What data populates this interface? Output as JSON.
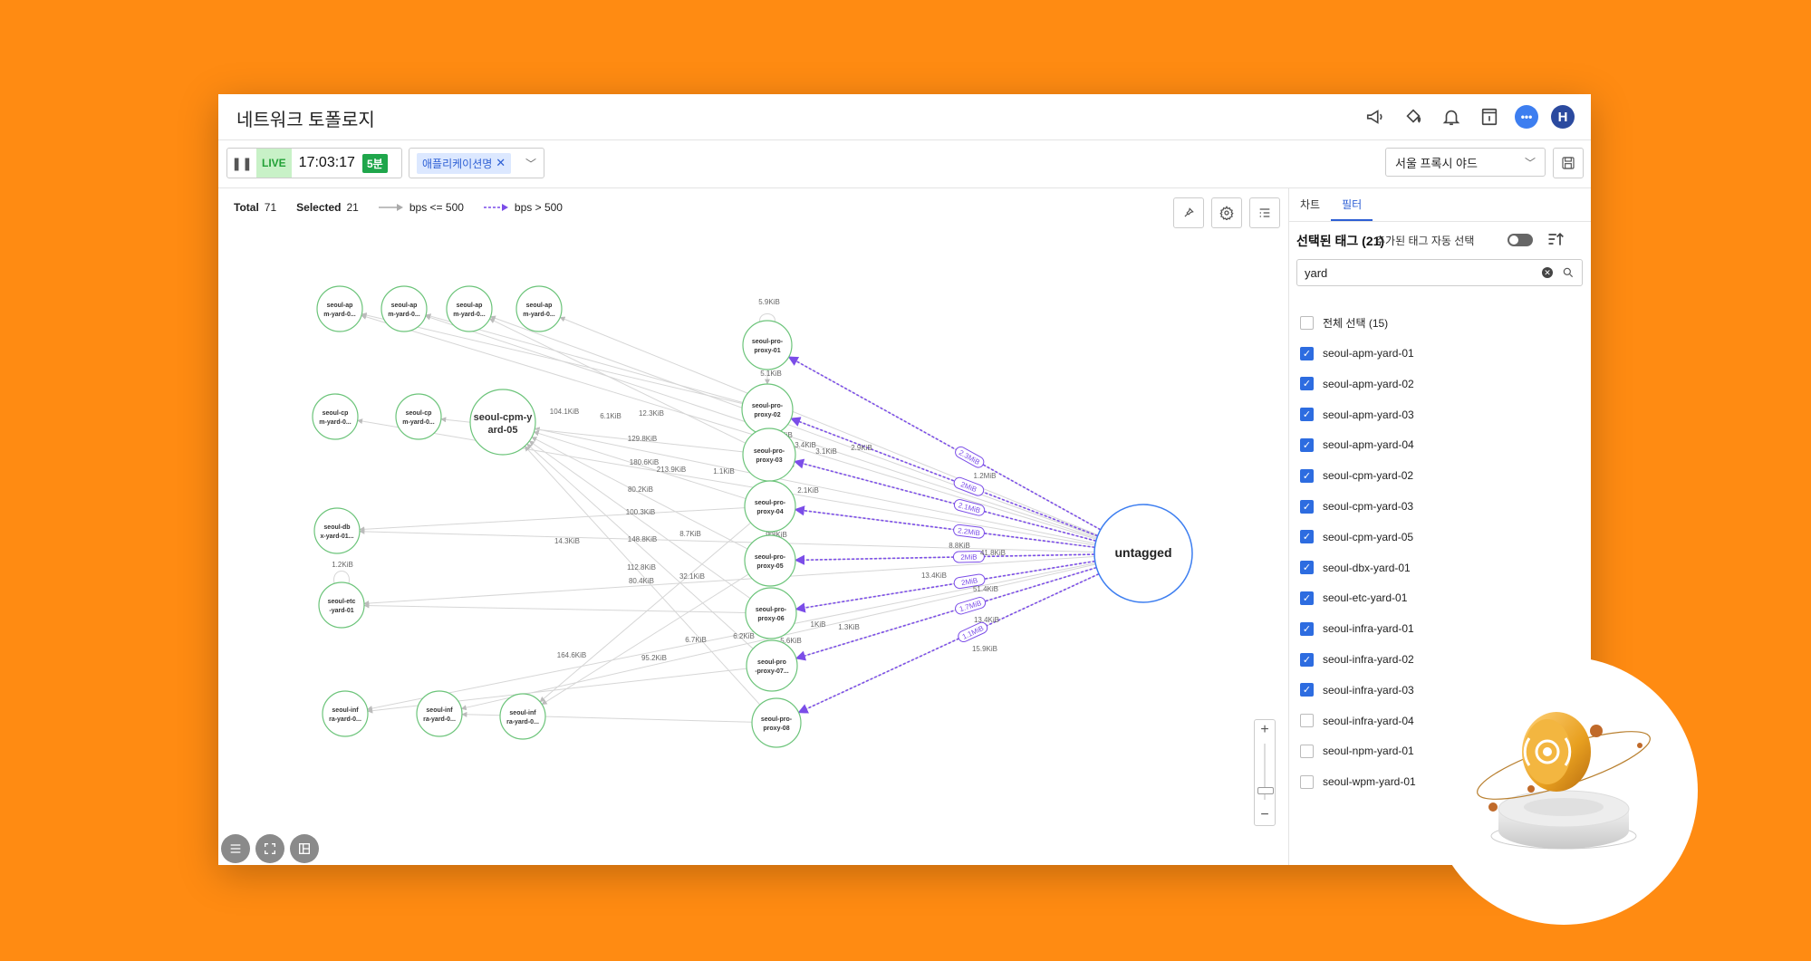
{
  "header": {
    "title": "네트워크 토폴로지"
  },
  "header_icons": [
    "megaphone-icon",
    "paint-bucket-icon",
    "bell-icon",
    "doc-info-icon",
    "chat-icon",
    "avatar"
  ],
  "user": {
    "initial": "H"
  },
  "toolbar": {
    "live_label": "LIVE",
    "time": "17:03:17",
    "duration": "5분",
    "tag_chip": "애플리케이션명",
    "project": "서울 프록시 야드"
  },
  "legend": {
    "total_label": "Total",
    "total": "71",
    "selected_label": "Selected",
    "selected": "21",
    "low_label": "bps <= 500",
    "high_label": "bps > 500"
  },
  "colors": {
    "accent": "#2D6CE0",
    "high": "#7B4DE8",
    "node": "#5DBE6A",
    "background": "#FF8B12"
  },
  "panel": {
    "tabs": [
      "차트",
      "필터"
    ],
    "active_tab": "필터",
    "selected_title": "선택된 태그 (21)",
    "auto_select_label": "추가된 태그 자동 선택",
    "search_value": "yard",
    "select_all": "전체 선택 (15)",
    "items": [
      {
        "label": "seoul-apm-yard-01",
        "checked": true
      },
      {
        "label": "seoul-apm-yard-02",
        "checked": true
      },
      {
        "label": "seoul-apm-yard-03",
        "checked": true
      },
      {
        "label": "seoul-apm-yard-04",
        "checked": true
      },
      {
        "label": "seoul-cpm-yard-02",
        "checked": true
      },
      {
        "label": "seoul-cpm-yard-03",
        "checked": true
      },
      {
        "label": "seoul-cpm-yard-05",
        "checked": true
      },
      {
        "label": "seoul-dbx-yard-01",
        "checked": true
      },
      {
        "label": "seoul-etc-yard-01",
        "checked": true
      },
      {
        "label": "seoul-infra-yard-01",
        "checked": true
      },
      {
        "label": "seoul-infra-yard-02",
        "checked": true
      },
      {
        "label": "seoul-infra-yard-03",
        "checked": true
      },
      {
        "label": "seoul-infra-yard-04",
        "checked": false
      },
      {
        "label": "seoul-npm-yard-01",
        "checked": false
      },
      {
        "label": "seoul-wpm-yard-01",
        "checked": false
      }
    ]
  },
  "graph": {
    "nodes": [
      {
        "id": "apm1",
        "l1": "seoul-ap",
        "l2": "m-yard-0..."
      },
      {
        "id": "apm2",
        "l1": "seoul-ap",
        "l2": "m-yard-0..."
      },
      {
        "id": "apm3",
        "l1": "seoul-ap",
        "l2": "m-yard-0..."
      },
      {
        "id": "apm4",
        "l1": "seoul-ap",
        "l2": "m-yard-0..."
      },
      {
        "id": "cpm2",
        "l1": "seoul-cp",
        "l2": "m-yard-0..."
      },
      {
        "id": "cpm3",
        "l1": "seoul-cp",
        "l2": "m-yard-0..."
      },
      {
        "id": "cpm5",
        "l1": "seoul-cpm-y",
        "l2": "ard-05"
      },
      {
        "id": "dbx",
        "l1": "seoul-db",
        "l2": "x-yard-01..."
      },
      {
        "id": "etc",
        "l1": "seoul-etc",
        "l2": "-yard-01"
      },
      {
        "id": "inf1",
        "l1": "seoul-inf",
        "l2": "ra-yard-0..."
      },
      {
        "id": "inf2",
        "l1": "seoul-inf",
        "l2": "ra-yard-0..."
      },
      {
        "id": "inf3",
        "l1": "seoul-inf",
        "l2": "ra-yard-0..."
      },
      {
        "id": "p1",
        "l1": "seoul-pro-",
        "l2": "proxy-01"
      },
      {
        "id": "p2",
        "l1": "seoul-pro-",
        "l2": "proxy-02"
      },
      {
        "id": "p3",
        "l1": "seoul-pro-",
        "l2": "proxy-03"
      },
      {
        "id": "p4",
        "l1": "seoul-pro-",
        "l2": "proxy-04"
      },
      {
        "id": "p5",
        "l1": "seoul-pro-",
        "l2": "proxy-05"
      },
      {
        "id": "p6",
        "l1": "seoul-pro-",
        "l2": "proxy-06"
      },
      {
        "id": "p7",
        "l1": "seoul-pro",
        "l2": "-proxy-07..."
      },
      {
        "id": "p8",
        "l1": "seoul-pro-",
        "l2": "proxy-08"
      },
      {
        "id": "untagged",
        "l1": "untagged",
        "l2": ""
      }
    ],
    "high_edges": [
      {
        "to": "p1",
        "label": "2.3MiB"
      },
      {
        "to": "p2",
        "label": "2MiB"
      },
      {
        "to": "p3",
        "label": "2.1MiB"
      },
      {
        "to": "p4",
        "label": "2.2MiB"
      },
      {
        "to": "p5",
        "label": "2MiB"
      },
      {
        "to": "p6",
        "label": "2MiB"
      },
      {
        "to": "p7",
        "label": "1.7MiB"
      },
      {
        "to": "p8",
        "label": "1.1MiB"
      }
    ],
    "low_labels": [
      "5.9KiB",
      "5.1KiB",
      "104.1KiB",
      "6.1KiB",
      "12.3KiB",
      "129.8KiB",
      "180.6KiB",
      "213.9KiB",
      "1.1KiB",
      "80.2KiB",
      "100.3KiB",
      "148.8KiB",
      "14.3KiB",
      "8.7KiB",
      "112.8KiB",
      "80.4KiB",
      "32.1KiB",
      "1.2KiB",
      "164.6KiB",
      "95.2KiB",
      "6.7KiB",
      "6.2KiB",
      "5.6KiB",
      "8.2KiB",
      "5.1KiB",
      "9.8KiB",
      "8.8KiB",
      "41.8KiB",
      "51.4KiB",
      "13.4KiB",
      "15.9KiB",
      "13.4KiB",
      "3.4KiB",
      "3.1KiB",
      "2.9KiB",
      "1.2MiB",
      "2.1KiB",
      "1.3KiB",
      "1KiB"
    ]
  }
}
